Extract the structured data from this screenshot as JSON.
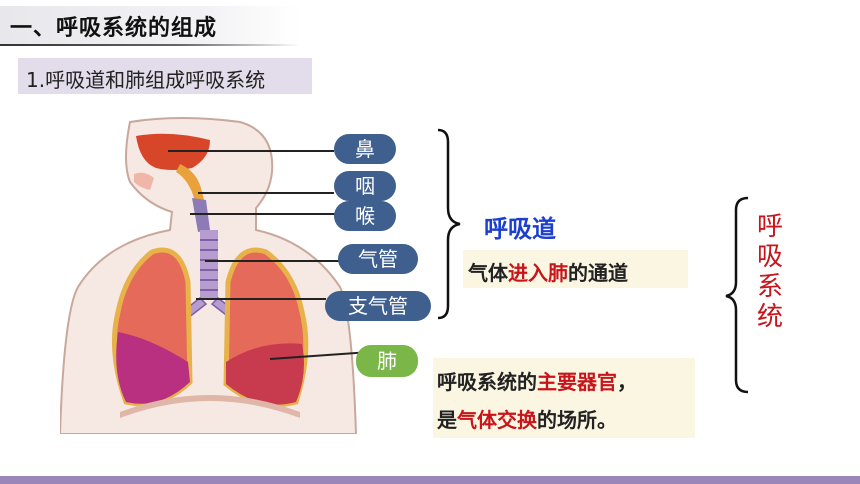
{
  "header": {
    "title": "一、呼吸系统的组成"
  },
  "subtitle": "1.呼吸道和肺组成呼吸系统",
  "organs": {
    "nose": "鼻",
    "pharynx": "咽",
    "larynx": "喉",
    "trachea": "气管",
    "bronchi": "支气管",
    "lung": "肺"
  },
  "airway": {
    "label": "呼吸道",
    "desc_a": "气体",
    "desc_b": "进入肺",
    "desc_c": "的通道"
  },
  "lung_desc": {
    "l1_a": "呼吸系统的",
    "l1_b": "主要器官",
    "l1_c": "，",
    "l2_a": "是",
    "l2_b": "气体交换",
    "l2_c": "的场所。"
  },
  "system_label": {
    "c1": "呼",
    "c2": "吸",
    "c3": "系",
    "c4": "统"
  },
  "colors": {
    "pill_blue": "#3f5f8f",
    "pill_green": "#7ab648",
    "emphasis_red": "#c8141a",
    "airway_blue": "#1c3fcf",
    "note_bg": "#fbf6e2",
    "subtitle_bg": "#e3dcea",
    "bottom_bar": "#9b86b9"
  }
}
